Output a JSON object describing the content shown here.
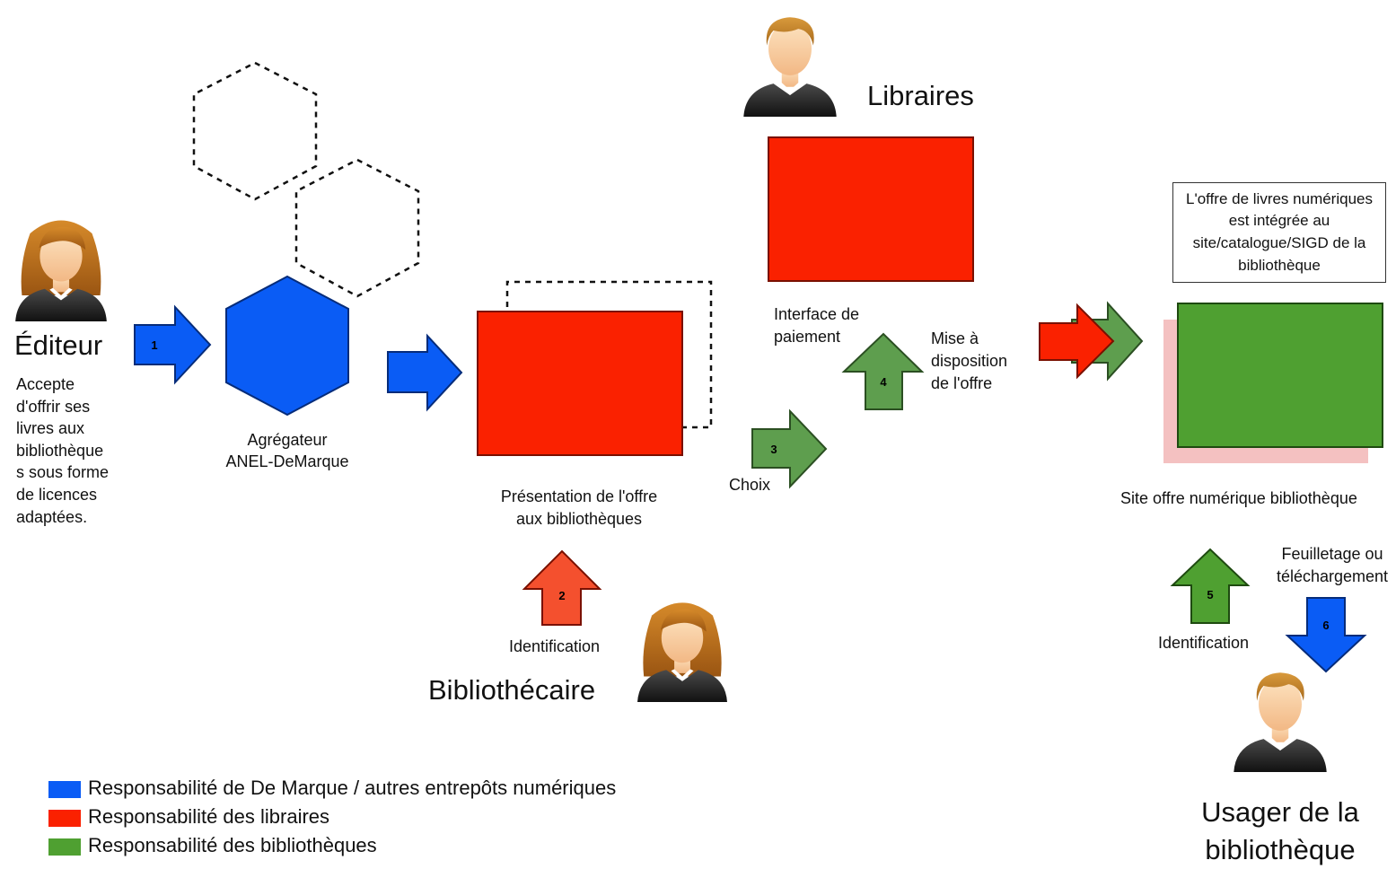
{
  "colors": {
    "blue": "#0a5cf5",
    "red": "#fa2100",
    "green": "#4fa031",
    "green_arrow": "#5e9e4e",
    "red_arrow": "#f4502e",
    "pink_shadow": "#f4c1c1"
  },
  "actors": {
    "editeur": {
      "name": "Éditeur",
      "description": [
        "Accepte",
        "d'offrir ses",
        "livres aux",
        "bibliothèque",
        "s sous forme",
        "de licences",
        "adaptées."
      ]
    },
    "libraires": {
      "name": "Libraires"
    },
    "bibliothecaire": {
      "name": "Bibliothécaire"
    },
    "usager": {
      "name": [
        "Usager de la",
        "bibliothèque"
      ]
    }
  },
  "nodes": {
    "aggregator": [
      "Agrégateur",
      "ANEL-DeMarque"
    ],
    "presentation": [
      "Présentation de l'offre",
      "aux bibliothèques"
    ],
    "payment": [
      "Interface de",
      "paiement"
    ],
    "site": "Site offre numérique bibliothèque",
    "site_note": "L'offre de livres numériques est intégrée au site/catalogue/SIGD de la bibliothèque"
  },
  "steps": {
    "s1": {
      "number": "1"
    },
    "s2": {
      "number": "2",
      "label": "Identification"
    },
    "s3": {
      "number": "3",
      "label": "Choix"
    },
    "s4": {
      "number": "4",
      "label": [
        "Mise à",
        "disposition",
        "de l'offre"
      ]
    },
    "s5": {
      "number": "5",
      "label": "Identification"
    },
    "s6": {
      "number": "6",
      "label": [
        "Feuilletage ou",
        "téléchargement"
      ]
    }
  },
  "legend": [
    {
      "color": "#0a5cf5",
      "label": "Responsabilité de De Marque / autres entrepôts numériques"
    },
    {
      "color": "#fa2100",
      "label": "Responsabilité des libraires"
    },
    {
      "color": "#4fa031",
      "label": "Responsabilité des bibliothèques"
    }
  ]
}
